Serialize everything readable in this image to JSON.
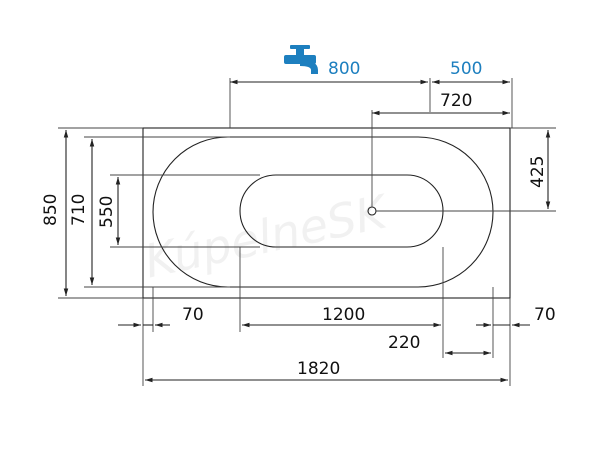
{
  "watermark": "KúpelneSK",
  "colors": {
    "line": "#222222",
    "accent": "#1d7fbf"
  },
  "icons": {
    "faucet": "water-faucet-icon",
    "drain": "drain-icon"
  },
  "dimensions": {
    "faucet_distance": "800",
    "faucet_offset": "500",
    "drain_offset": "720",
    "drain_height": "425",
    "total_width_outer": "850",
    "inner_width_outer": "710",
    "inner_width_bottom": "550",
    "left_margin": "70",
    "inner_length": "1200",
    "right_margin": "70",
    "drain_end_offset": "220",
    "total_length": "1820"
  }
}
